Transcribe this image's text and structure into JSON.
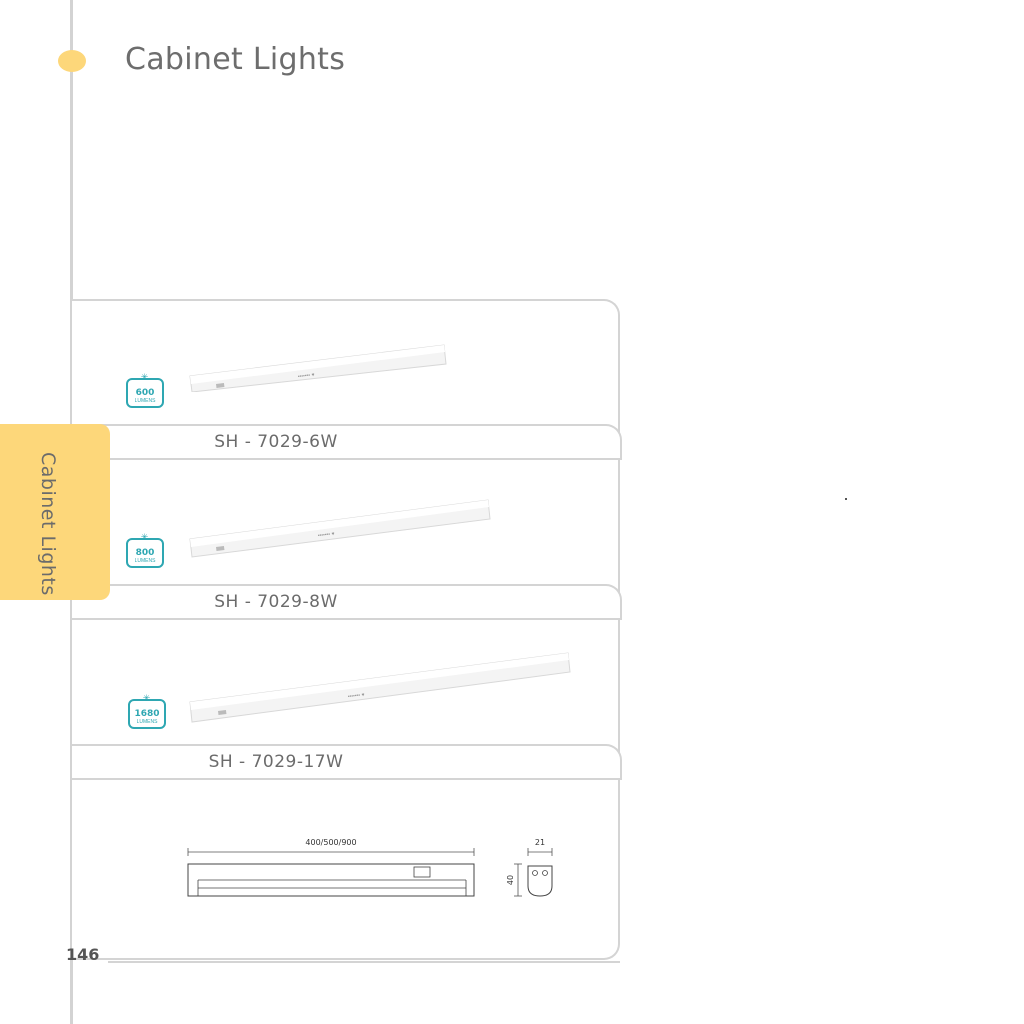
{
  "header": {
    "title": "Cabinet Lights"
  },
  "side_tab": {
    "label": "Cabinet Lights"
  },
  "products": [
    {
      "model": "SH - 7029-6W",
      "lumens": "600",
      "lumens_unit": "LUMENS"
    },
    {
      "model": "SH - 7029-8W",
      "lumens": "800",
      "lumens_unit": "LUMENS"
    },
    {
      "model": "SH - 7029-17W",
      "lumens": "1680",
      "lumens_unit": "LUMENS"
    }
  ],
  "drawing": {
    "length_label": "400/500/900",
    "width_label": "21",
    "height_label": "40"
  },
  "footer": {
    "page_number": "146"
  },
  "colors": {
    "accent": "#fdd77a",
    "badge": "#2ea7b2",
    "text": "#6b6b6b",
    "line": "#d4d4d4"
  }
}
